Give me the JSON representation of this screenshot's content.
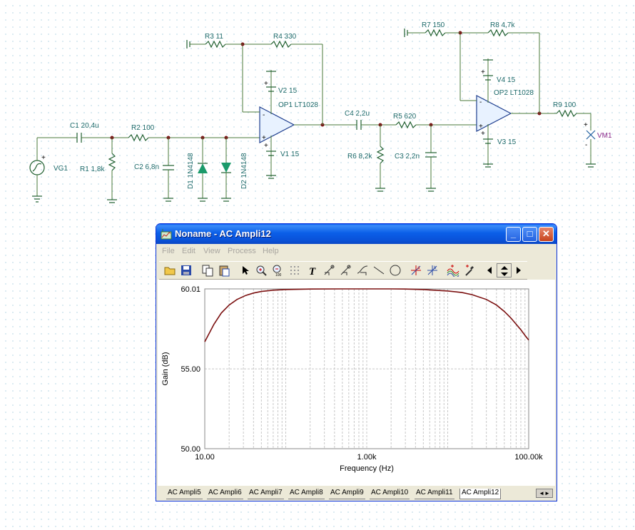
{
  "schematic": {
    "labels": {
      "c1": "C1 20,4u",
      "r1": "R1 1,8k",
      "vg1": "VG1",
      "r2": "R2 100",
      "c2": "C2 6,8n",
      "d1": "D1 1N4148",
      "d2": "D2 1N4148",
      "r3": "R3 11",
      "r4": "R4 330",
      "v2": "V2 15",
      "op1": "OP1 LT1028",
      "v1": "V1 15",
      "c4": "C4 2,2u",
      "r5": "R5 620",
      "r6": "R6 8,2k",
      "c3": "C3 2,2n",
      "r7": "R7 150",
      "r8": "R8 4,7k",
      "v4": "V4 15",
      "op2": "OP2 LT1028",
      "v3": "V3 15",
      "r9": "R9 100",
      "vm1": "VM1"
    },
    "signs": {
      "plus": "+",
      "minus": "-"
    }
  },
  "window": {
    "title": "Noname - AC Ampli12",
    "controls": {
      "minimize": "_",
      "maximize": "□",
      "close": "✕"
    },
    "menu": [
      "File",
      "Edit",
      "View",
      "Process",
      "Help"
    ],
    "toolbar_icons": [
      "open-folder-icon",
      "save-disk-icon",
      "copy-icon",
      "paste-icon",
      "pointer-icon",
      "zoom-in-icon",
      "zoom-100-icon",
      "grid-icon",
      "text-tool-icon",
      "cursor-a-icon",
      "cursor-b-icon",
      "cursor-zero-icon",
      "line-tool-icon",
      "circle-tool-icon",
      "cursor-a-marker-icon",
      "cursor-b-marker-icon",
      "curve-add-icon",
      "picker-icon",
      "pen-icon",
      "arrow-left-icon",
      "arrow-updown-icon",
      "arrow-right-icon"
    ],
    "tabs": [
      "AC Ampli5",
      "AC Ampli6",
      "AC Ampli7",
      "AC Ampli8",
      "AC Ampli9",
      "AC Ampli10",
      "AC Ampli11",
      "AC Ampli12"
    ],
    "active_tab": "AC Ampli12",
    "tab_scroll": "◄►"
  },
  "chart_data": {
    "type": "line",
    "title": "",
    "xlabel": "Frequency (Hz)",
    "ylabel": "Gain (dB)",
    "xscale": "log",
    "xlim": [
      10,
      100000
    ],
    "ylim": [
      50,
      60.01
    ],
    "x_ticks": [
      "10.00",
      "1.00k",
      "100.00k"
    ],
    "y_ticks": [
      "60.01",
      "55.00",
      "50.00"
    ],
    "grid": true,
    "line_color": "#7b1010",
    "series": [
      {
        "x": [
          10,
          13,
          16,
          20,
          25,
          32,
          40,
          50,
          70,
          100,
          200,
          500,
          1000,
          2000,
          3000,
          5000,
          10000,
          15000,
          20000,
          30000,
          40000,
          50000,
          60000,
          70000,
          80000,
          90000,
          100000
        ],
        "y": [
          56.7,
          57.8,
          58.5,
          59.0,
          59.35,
          59.6,
          59.75,
          59.85,
          59.93,
          59.97,
          60.0,
          60.01,
          60.01,
          60.01,
          60.0,
          59.97,
          59.88,
          59.78,
          59.65,
          59.35,
          59.0,
          58.6,
          58.2,
          57.8,
          57.45,
          57.1,
          56.8
        ]
      }
    ]
  }
}
